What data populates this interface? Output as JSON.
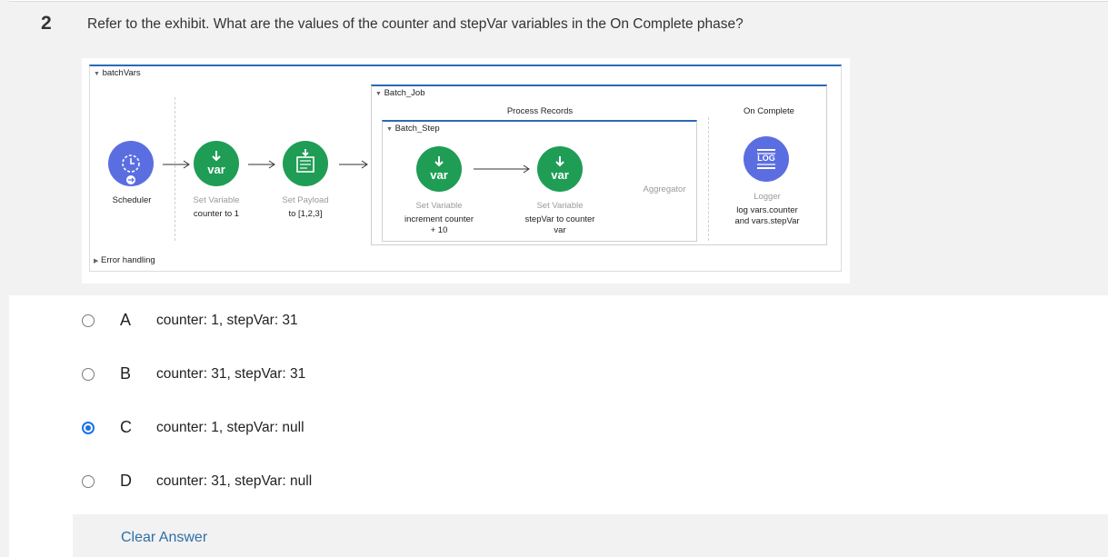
{
  "question": {
    "number": "2",
    "text": "Refer to the exhibit. What are the values of the counter and stepVar variables in the On Complete phase?"
  },
  "exhibit": {
    "flow_name": "batchVars",
    "error_handling": "Error handling",
    "batch_job": "Batch_Job",
    "batch_step": "Batch_Step",
    "phase_process": "Process Records",
    "phase_complete": "On Complete",
    "aggregator": "Aggregator",
    "components": {
      "scheduler": {
        "title": "Scheduler"
      },
      "set_var_1": {
        "type": "Set Variable",
        "desc": "counter to 1",
        "icon_text": "var"
      },
      "set_payload": {
        "type": "Set Payload",
        "desc": "to [1,2,3]"
      },
      "set_var_2": {
        "type": "Set Variable",
        "desc_line1": "increment counter",
        "desc_line2": "+ 10",
        "icon_text": "var"
      },
      "set_var_3": {
        "type": "Set Variable",
        "desc_line1": "stepVar to counter",
        "desc_line2": "var",
        "icon_text": "var"
      },
      "logger": {
        "type": "Logger",
        "desc_line1": "log vars.counter",
        "desc_line2": "and vars.stepVar",
        "icon_text": "LOG"
      }
    },
    "colors": {
      "mule_green": "#1f9d55",
      "scheduler_blue": "#5b6ee1",
      "logger_blue": "#5b6ee1",
      "accent_line": "#2b6ab5"
    }
  },
  "options": [
    {
      "letter": "A",
      "text": "counter: 1, stepVar: 31",
      "selected": false
    },
    {
      "letter": "B",
      "text": "counter: 31, stepVar: 31",
      "selected": false
    },
    {
      "letter": "C",
      "text": "counter: 1, stepVar: null",
      "selected": true
    },
    {
      "letter": "D",
      "text": "counter: 31, stepVar: null",
      "selected": false
    }
  ],
  "actions": {
    "clear_answer": "Clear Answer"
  },
  "colors": {
    "selected_radio": "#1a73e8",
    "link": "#2f6fa7",
    "panel_bg": "#f2f2f2"
  }
}
